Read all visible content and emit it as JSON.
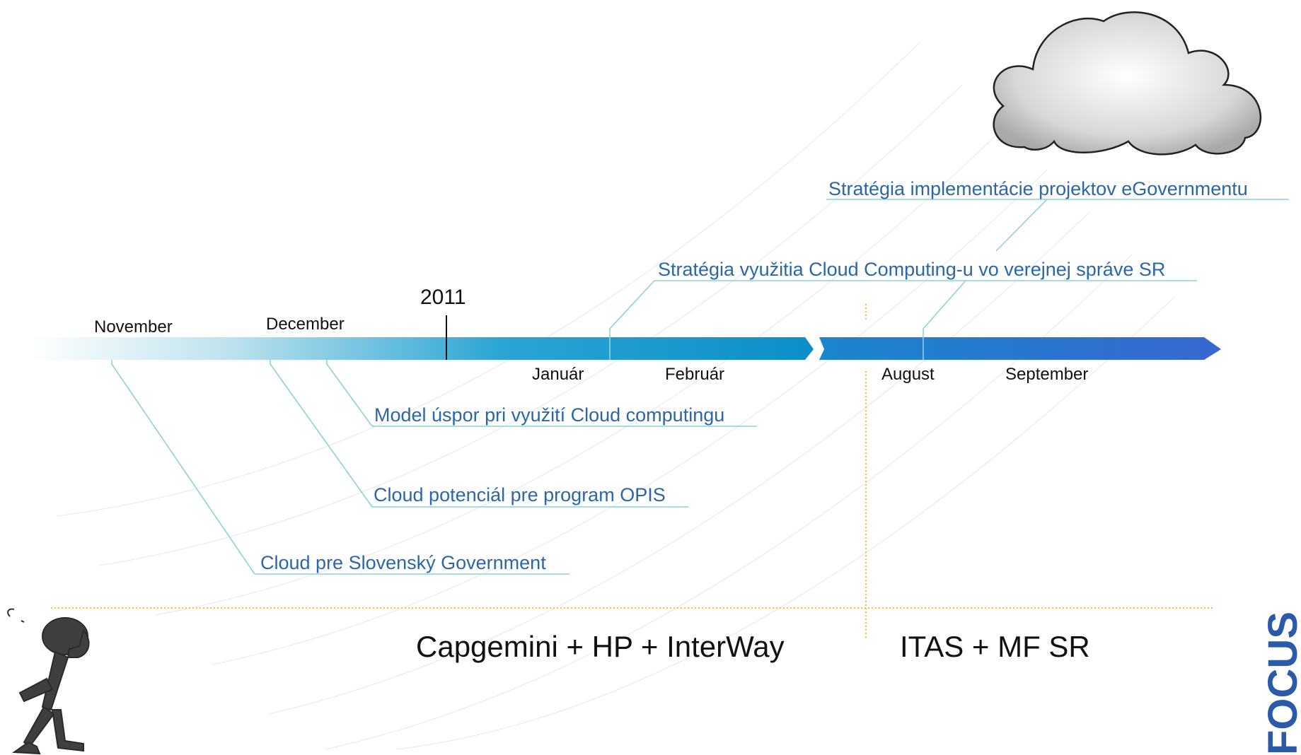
{
  "timeline": {
    "year": "2011",
    "months": {
      "november": "November",
      "december": "December",
      "januar": "Január",
      "februar": "Február",
      "august": "August",
      "september": "September"
    }
  },
  "events": {
    "strategy_egov": "Stratégia implementácie projektov eGovernmentu",
    "strategy_cloud": "Stratégia využitia Cloud Computing-u vo verejnej správe SR",
    "savings_model": "Model úspor pri využití Cloud computingu",
    "opis_potential": "Cloud  potenciál pre program OPIS",
    "slovak_gov": "Cloud  pre Slovenský Government"
  },
  "phases": {
    "left": "Capgemini + HP + InterWay",
    "right": "ITAS + MF SR"
  },
  "logo": {
    "text": "FOCUS"
  },
  "colors": {
    "arrow_light": "#e6f4f8",
    "arrow_mid": "#1ea0cf",
    "arrow_dark": "#2e6bd0",
    "event_text": "#2b67a8",
    "leader": "#8fd0dc",
    "divider": "#f0c040"
  },
  "icons": [
    "cloud-icon",
    "thinking-figure-icon"
  ]
}
